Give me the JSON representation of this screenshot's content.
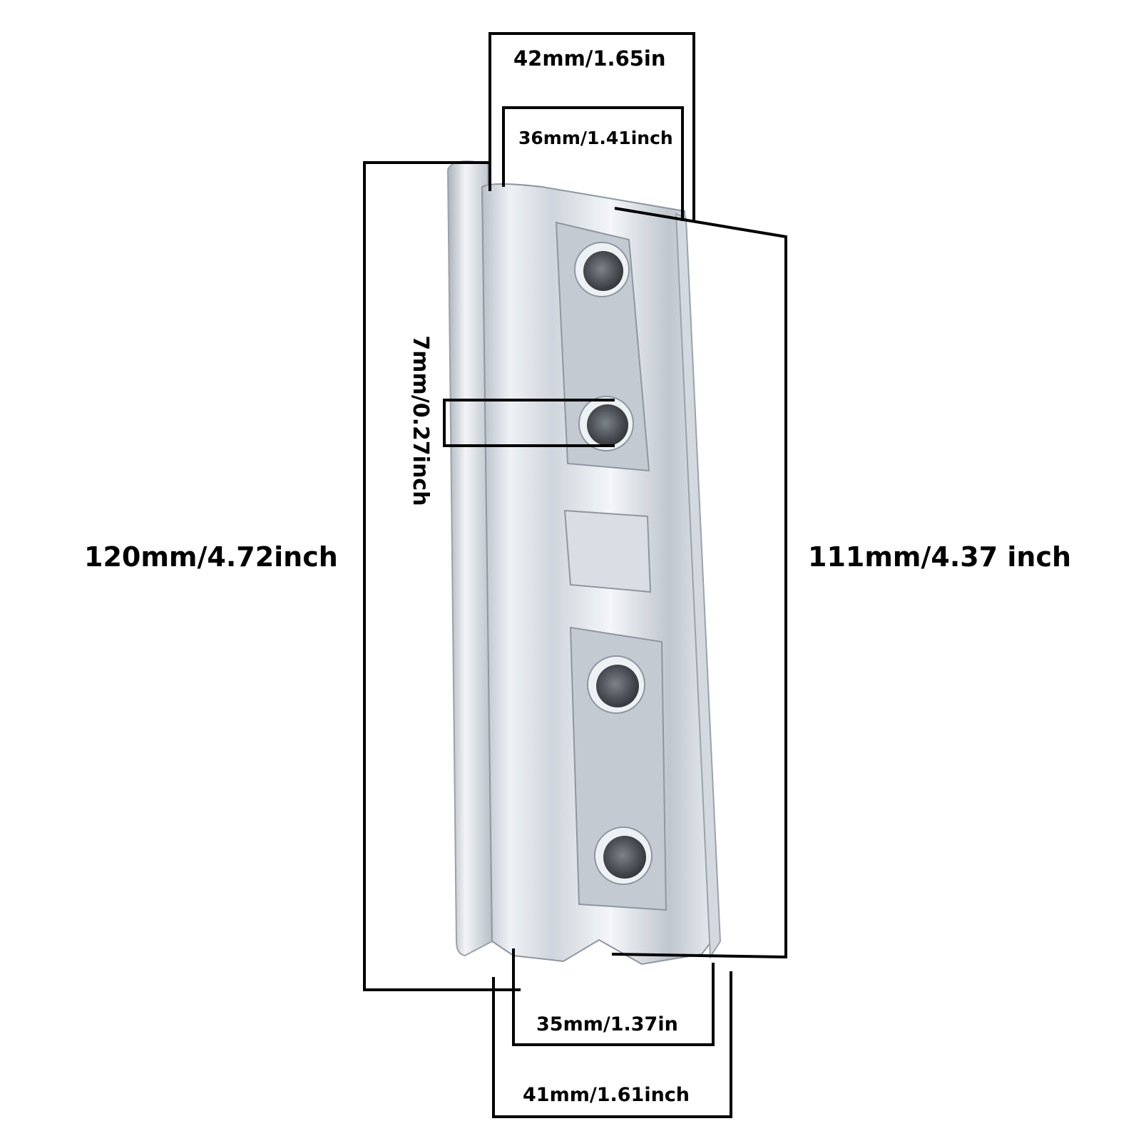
{
  "dimensions": {
    "top_outer": "42mm/1.65in",
    "top_inner": "36mm/1.41inch",
    "total_length": "120mm/4.72inch",
    "inner_length": "111mm/4.37 inch",
    "hole_diameter": "7mm/0.27inch",
    "bottom_inner": "35mm/1.37in",
    "bottom_outer": "41mm/1.61inch"
  },
  "colors": {
    "line": "#000000",
    "metal_light": "#eef2f6",
    "metal_mid": "#c7ced6",
    "metal_dark": "#8e969f",
    "hole": "#4d5157"
  }
}
